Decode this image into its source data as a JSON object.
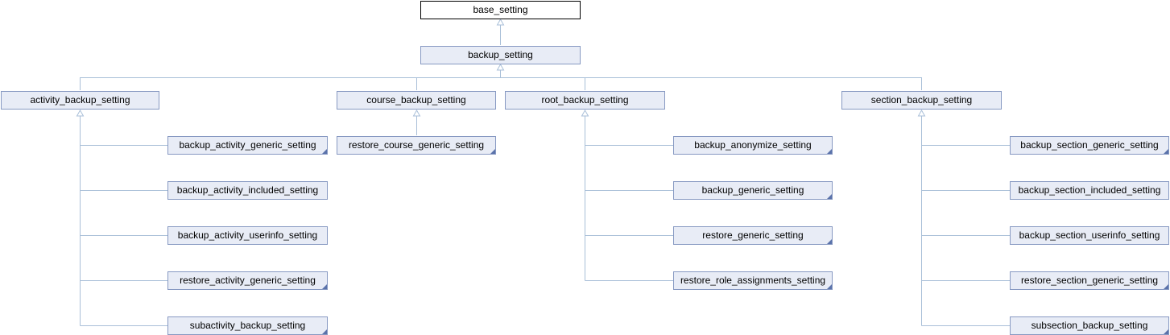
{
  "colors": {
    "edge": "#a9bfd8",
    "node_fill": "#e8ecf6",
    "node_border": "#8799c2",
    "root_border": "#000000"
  },
  "nodes": {
    "base_setting": "base_setting",
    "backup_setting": "backup_setting",
    "activity_backup_setting": "activity_backup_setting",
    "course_backup_setting": "course_backup_setting",
    "root_backup_setting": "root_backup_setting",
    "section_backup_setting": "section_backup_setting",
    "backup_activity_generic_setting": "backup_activity_generic_setting",
    "backup_activity_included_setting": "backup_activity_included_setting",
    "backup_activity_userinfo_setting": "backup_activity_userinfo_setting",
    "restore_activity_generic_setting": "restore_activity_generic_setting",
    "subactivity_backup_setting": "subactivity_backup_setting",
    "restore_course_generic_setting": "restore_course_generic_setting",
    "backup_anonymize_setting": "backup_anonymize_setting",
    "backup_generic_setting": "backup_generic_setting",
    "restore_generic_setting": "restore_generic_setting",
    "restore_role_assignments_setting": "restore_role_assignments_setting",
    "backup_section_generic_setting": "backup_section_generic_setting",
    "backup_section_included_setting": "backup_section_included_setting",
    "backup_section_userinfo_setting": "backup_section_userinfo_setting",
    "restore_section_generic_setting": "restore_section_generic_setting",
    "subsection_backup_setting": "subsection_backup_setting"
  }
}
